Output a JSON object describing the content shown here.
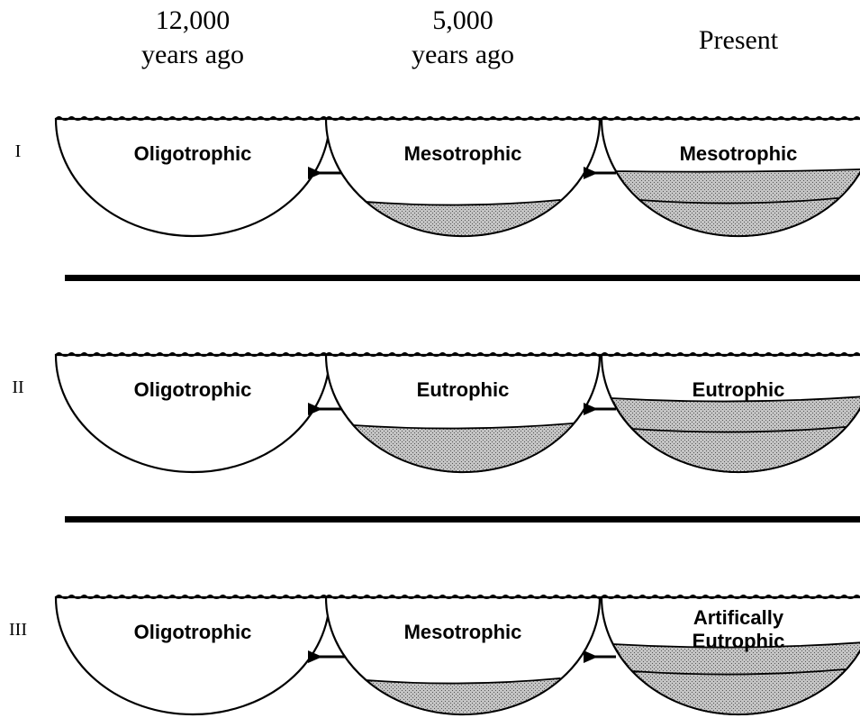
{
  "columns": [
    {
      "line1": "12,000",
      "line2": "years ago"
    },
    {
      "line1": "5,000",
      "line2": "years ago"
    },
    {
      "line1": "Present",
      "line2": ""
    }
  ],
  "rows": [
    {
      "roman": "I",
      "stages": [
        {
          "label_lines": [
            "Oligotrophic"
          ],
          "sediment_layers": 0
        },
        {
          "label_lines": [
            "Mesotrophic"
          ],
          "sediment_layers": 1
        },
        {
          "label_lines": [
            "Mesotrophic"
          ],
          "sediment_layers": 2
        }
      ]
    },
    {
      "roman": "II",
      "stages": [
        {
          "label_lines": [
            "Oligotrophic"
          ],
          "sediment_layers": 0
        },
        {
          "label_lines": [
            "Eutrophic"
          ],
          "sediment_layers": 1
        },
        {
          "label_lines": [
            "Eutrophic"
          ],
          "sediment_layers": 2
        }
      ]
    },
    {
      "roman": "III",
      "stages": [
        {
          "label_lines": [
            "Oligotrophic"
          ],
          "sediment_layers": 0
        },
        {
          "label_lines": [
            "Mesotrophic"
          ],
          "sediment_layers": 1
        },
        {
          "label_lines": [
            "Artifically",
            "Eutrophic"
          ],
          "sediment_layers": 2
        }
      ]
    }
  ]
}
